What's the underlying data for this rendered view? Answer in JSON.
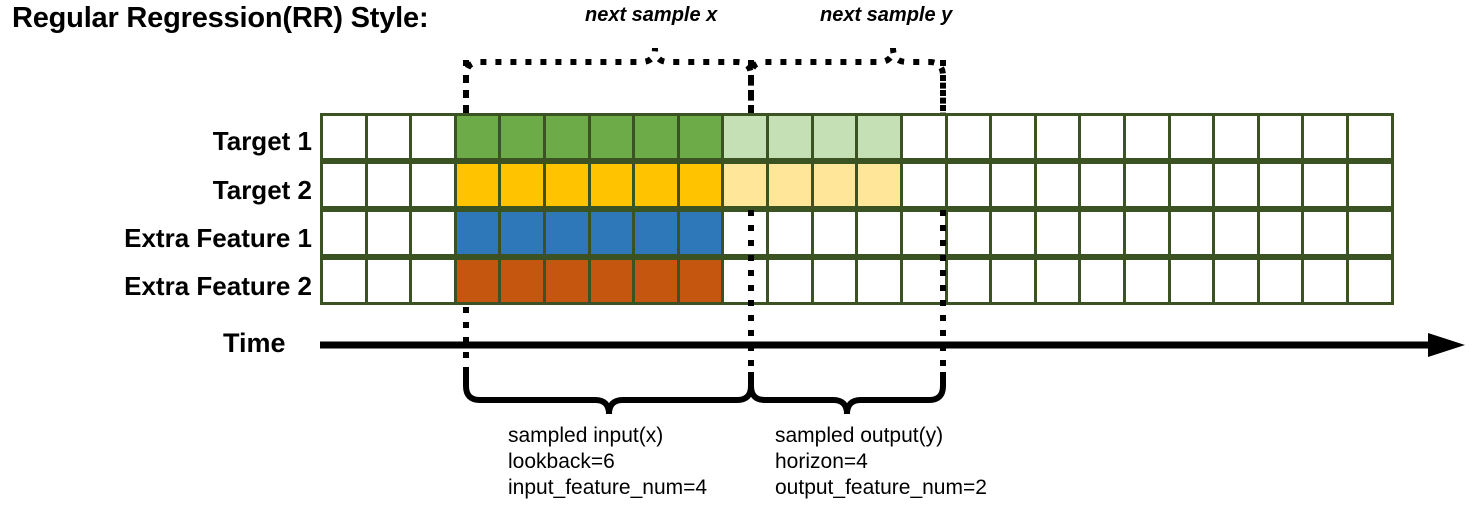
{
  "title": "Regular Regression(RR) Style:",
  "top_annotations": {
    "next_sample_x": "next sample x",
    "next_sample_y": "next sample y"
  },
  "time_axis": {
    "label": "Time"
  },
  "rows": [
    {
      "name": "Target 1",
      "label": "Target 1",
      "color": "#6DAA48",
      "light_color": "#C5E0B4",
      "has_output": true
    },
    {
      "name": "Target 2",
      "label": "Target 2",
      "color": "#FFC300",
      "light_color": "#FFE699",
      "has_output": true
    },
    {
      "name": "Extra Feature 1",
      "label": "Extra Feature 1",
      "color": "#2E77B8",
      "light_color": "#FFFFFF",
      "has_output": false
    },
    {
      "name": "Extra Feature 2",
      "label": "Extra Feature 2",
      "color": "#C4560F",
      "light_color": "#FFFFFF",
      "has_output": false
    }
  ],
  "grid": {
    "total_columns": 24,
    "lead_blank_columns": 3,
    "input_start_column": 3,
    "lookback": 6,
    "horizon": 4,
    "border_color": "#3b5323",
    "empty_color": "#FFFFFF"
  },
  "input_caption": {
    "line1": "sampled input(x)",
    "line2": "lookback=6",
    "line3": "input_feature_num=4"
  },
  "output_caption": {
    "line1": "sampled output(y)",
    "line2": "horizon=4",
    "line3": "output_feature_num=2"
  }
}
